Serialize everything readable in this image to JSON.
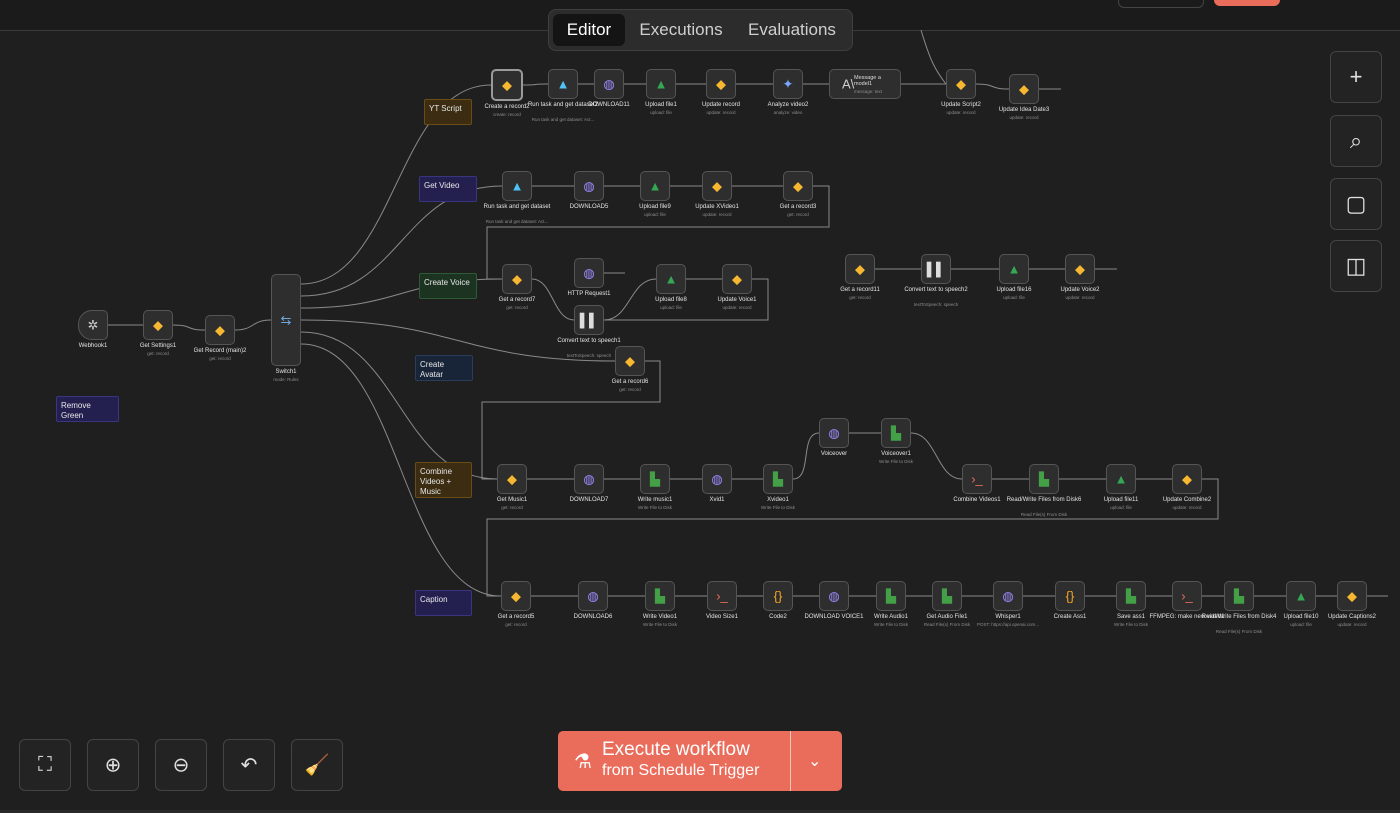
{
  "tabs": [
    {
      "label": "Editor",
      "active": true
    },
    {
      "label": "Executions",
      "active": false
    },
    {
      "label": "Evaluations",
      "active": false
    }
  ],
  "stickies": [
    {
      "id": "yt",
      "label": "YT Script",
      "color": "#3b2c12",
      "border": "#6b4d14"
    },
    {
      "id": "video",
      "label": "Get Video",
      "color": "#23204f",
      "border": "#3a3580"
    },
    {
      "id": "voice",
      "label": "Create Voice",
      "color": "#1c3322",
      "border": "#2e5a36"
    },
    {
      "id": "avatar",
      "label": "Create Avatar",
      "color": "#182538",
      "border": "#2a3e5c"
    },
    {
      "id": "green",
      "label": "Remove Green",
      "color": "#23204f",
      "border": "#3a3580"
    },
    {
      "id": "combine",
      "label": "Combine Videos + Music",
      "color": "#3b2c12",
      "border": "#6b4d14"
    },
    {
      "id": "caption",
      "label": "Caption",
      "color": "#23204f",
      "border": "#3a3580"
    }
  ],
  "nodes": [
    {
      "id": "webhook",
      "label": "Webhook1",
      "sub": "",
      "icon": "webhook-icon",
      "glyph": "✲",
      "color": "#cfcfcf"
    },
    {
      "id": "settings",
      "label": "Get Settings1",
      "sub": "get: record",
      "icon": "airtable-icon",
      "glyph": "◆",
      "color": "#f7b731"
    },
    {
      "id": "recmain",
      "label": "Get Record (main)2",
      "sub": "get: record",
      "icon": "airtable-icon",
      "glyph": "◆",
      "color": "#f7b731"
    },
    {
      "id": "switch",
      "label": "Switch1",
      "sub": "mode: Rules",
      "icon": "switch-icon",
      "glyph": "⇆",
      "color": "#6fa8dc"
    },
    {
      "id": "cr2",
      "label": "Create a record2",
      "sub": "create: record",
      "icon": "airtable-icon",
      "glyph": "◆",
      "color": "#f7b731"
    },
    {
      "id": "rtg2",
      "label": "Run task and get dataset2",
      "sub": "Run task and get dataset: Act...",
      "icon": "apify-icon",
      "glyph": "▲",
      "color": "#4fc3f7"
    },
    {
      "id": "dl11",
      "label": "DOWNLOAD11",
      "sub": "",
      "icon": "http-globe-icon",
      "glyph": "◍",
      "color": "#9c8cff"
    },
    {
      "id": "uf1",
      "label": "Upload file1",
      "sub": "upload: file",
      "icon": "google-drive-icon",
      "glyph": "▲",
      "color": "#34a853"
    },
    {
      "id": "urec",
      "label": "Update record",
      "sub": "update: record",
      "icon": "airtable-icon",
      "glyph": "◆",
      "color": "#f7b731"
    },
    {
      "id": "av2",
      "label": "Analyze video2",
      "sub": "analyze: video",
      "icon": "gemini-icon",
      "glyph": "✦",
      "color": "#7aa7ff"
    },
    {
      "id": "msg1",
      "label": "Message a model1",
      "sub": "message: text",
      "icon": "anthropic-icon",
      "glyph": "A\\",
      "color": "#cfcfcf"
    },
    {
      "id": "us2",
      "label": "Update Script2",
      "sub": "update: record",
      "icon": "airtable-icon",
      "glyph": "◆",
      "color": "#f7b731"
    },
    {
      "id": "uid3",
      "label": "Update Idea Date3",
      "sub": "update: record",
      "icon": "airtable-icon",
      "glyph": "◆",
      "color": "#f7b731"
    },
    {
      "id": "rtg1",
      "label": "Run task and get dataset",
      "sub": "Run task and get dataset: Act...",
      "icon": "apify-icon",
      "glyph": "▲",
      "color": "#4fc3f7"
    },
    {
      "id": "dl5",
      "label": "DOWNLOAD5",
      "sub": "",
      "icon": "http-globe-icon",
      "glyph": "◍",
      "color": "#9c8cff"
    },
    {
      "id": "uf9",
      "label": "Upload file9",
      "sub": "upload: file",
      "icon": "google-drive-icon",
      "glyph": "▲",
      "color": "#34a853"
    },
    {
      "id": "uxv1",
      "label": "Update XVideo1",
      "sub": "update: record",
      "icon": "airtable-icon",
      "glyph": "◆",
      "color": "#f7b731"
    },
    {
      "id": "gr3",
      "label": "Get a record3",
      "sub": "get: record",
      "icon": "airtable-icon",
      "glyph": "◆",
      "color": "#f7b731"
    },
    {
      "id": "gr7",
      "label": "Get a record7",
      "sub": "get: record",
      "icon": "airtable-icon",
      "glyph": "◆",
      "color": "#f7b731"
    },
    {
      "id": "http1",
      "label": "HTTP Request1",
      "sub": "",
      "icon": "http-globe-icon",
      "glyph": "◍",
      "color": "#9c8cff"
    },
    {
      "id": "uf8",
      "label": "Upload file8",
      "sub": "upload: file",
      "icon": "google-drive-icon",
      "glyph": "▲",
      "color": "#34a853"
    },
    {
      "id": "uv1",
      "label": "Update Voice1",
      "sub": "update: record",
      "icon": "airtable-icon",
      "glyph": "◆",
      "color": "#f7b731"
    },
    {
      "id": "tts1",
      "label": "Convert text to speech1",
      "sub": "textToSpeech: speech",
      "icon": "elevenlabs-icon",
      "glyph": "▌▌",
      "color": "#dddddd"
    },
    {
      "id": "gr11",
      "label": "Get a record11",
      "sub": "get: record",
      "icon": "airtable-icon",
      "glyph": "◆",
      "color": "#f7b731"
    },
    {
      "id": "tts2",
      "label": "Convert text to speech2",
      "sub": "textToSpeech: speech",
      "icon": "elevenlabs-icon",
      "glyph": "▌▌",
      "color": "#dddddd"
    },
    {
      "id": "uf16",
      "label": "Upload file16",
      "sub": "upload: file",
      "icon": "google-drive-icon",
      "glyph": "▲",
      "color": "#34a853"
    },
    {
      "id": "uv2",
      "label": "Update Voice2",
      "sub": "update: record",
      "icon": "airtable-icon",
      "glyph": "◆",
      "color": "#f7b731"
    },
    {
      "id": "gr6",
      "label": "Get a record6",
      "sub": "get: record",
      "icon": "airtable-icon",
      "glyph": "◆",
      "color": "#f7b731"
    },
    {
      "id": "vo",
      "label": "Voiceover",
      "sub": "",
      "icon": "http-globe-icon",
      "glyph": "◍",
      "color": "#9c8cff"
    },
    {
      "id": "vo1",
      "label": "Voiceover1",
      "sub": "Write File to Disk",
      "icon": "write-file-icon",
      "glyph": "▙",
      "color": "#43a047"
    },
    {
      "id": "gm1",
      "label": "Get Music1",
      "sub": "get: record",
      "icon": "airtable-icon",
      "glyph": "◆",
      "color": "#f7b731"
    },
    {
      "id": "dl7",
      "label": "DOWNLOAD7",
      "sub": "",
      "icon": "http-globe-icon",
      "glyph": "◍",
      "color": "#9c8cff"
    },
    {
      "id": "wm1",
      "label": "Write music1",
      "sub": "Write File to Disk",
      "icon": "write-file-icon",
      "glyph": "▙",
      "color": "#43a047"
    },
    {
      "id": "xvid1",
      "label": "Xvid1",
      "sub": "",
      "icon": "http-globe-icon",
      "glyph": "◍",
      "color": "#9c8cff"
    },
    {
      "id": "xv1",
      "label": "Xvideo1",
      "sub": "Write File to Disk",
      "icon": "write-file-icon",
      "glyph": "▙",
      "color": "#43a047"
    },
    {
      "id": "cv1",
      "label": "Combine Videos1",
      "sub": "",
      "icon": "terminal-icon",
      "glyph": "›_",
      "color": "#ea6d5c"
    },
    {
      "id": "rwf6",
      "label": "Read/Write Files from Disk6",
      "sub": "Read File(s) From Disk",
      "icon": "write-file-icon",
      "glyph": "▙",
      "color": "#43a047"
    },
    {
      "id": "uf11",
      "label": "Upload file11",
      "sub": "upload: file",
      "icon": "google-drive-icon",
      "glyph": "▲",
      "color": "#34a853"
    },
    {
      "id": "uc2",
      "label": "Update Combine2",
      "sub": "update: record",
      "icon": "airtable-icon",
      "glyph": "◆",
      "color": "#f7b731"
    },
    {
      "id": "gr5",
      "label": "Get a record5",
      "sub": "get: record",
      "icon": "airtable-icon",
      "glyph": "◆",
      "color": "#f7b731"
    },
    {
      "id": "dl6",
      "label": "DOWNLOAD6",
      "sub": "",
      "icon": "http-globe-icon",
      "glyph": "◍",
      "color": "#9c8cff"
    },
    {
      "id": "wv1",
      "label": "Write Video1",
      "sub": "Write File to Disk",
      "icon": "write-file-icon",
      "glyph": "▙",
      "color": "#43a047"
    },
    {
      "id": "vs1",
      "label": "Video Size1",
      "sub": "",
      "icon": "terminal-icon",
      "glyph": "›_",
      "color": "#ea6d5c"
    },
    {
      "id": "code2",
      "label": "Code2",
      "sub": "",
      "icon": "code-icon",
      "glyph": "{}",
      "color": "#f5a623"
    },
    {
      "id": "dlv1",
      "label": "DOWNLOAD VOICE1",
      "sub": "",
      "icon": "http-globe-icon",
      "glyph": "◍",
      "color": "#9c8cff"
    },
    {
      "id": "wa1",
      "label": "Write Audio1",
      "sub": "Write File to Disk",
      "icon": "write-file-icon",
      "glyph": "▙",
      "color": "#43a047"
    },
    {
      "id": "gaf1",
      "label": "Get Audio File1",
      "sub": "Read File(s) From Disk",
      "icon": "write-file-icon",
      "glyph": "▙",
      "color": "#43a047"
    },
    {
      "id": "wh1",
      "label": "Whisper1",
      "sub": "POST: https://api.openai.com...",
      "icon": "http-globe-icon",
      "glyph": "◍",
      "color": "#9c8cff"
    },
    {
      "id": "ca1",
      "label": "Create Ass1",
      "sub": "",
      "icon": "code-icon",
      "glyph": "{}",
      "color": "#f5a623"
    },
    {
      "id": "sa1",
      "label": "Save ass1",
      "sub": "Write File to Disk",
      "icon": "write-file-icon",
      "glyph": "▙",
      "color": "#43a047"
    },
    {
      "id": "ff1",
      "label": "FFMPEG: make new video1",
      "sub": "",
      "icon": "terminal-icon",
      "glyph": "›_",
      "color": "#ea6d5c"
    },
    {
      "id": "rwf4",
      "label": "Read/Write Files from Disk4",
      "sub": "Read File(s) From Disk",
      "icon": "write-file-icon",
      "glyph": "▙",
      "color": "#43a047"
    },
    {
      "id": "uf10",
      "label": "Upload file10",
      "sub": "upload: file",
      "icon": "google-drive-icon",
      "glyph": "▲",
      "color": "#34a853"
    },
    {
      "id": "ucap2",
      "label": "Update Captions2",
      "sub": "update: record",
      "icon": "airtable-icon",
      "glyph": "◆",
      "color": "#f7b731"
    }
  ],
  "side_buttons": [
    {
      "id": "add",
      "icon": "plus-icon",
      "glyph": "+"
    },
    {
      "id": "search",
      "icon": "search-icon",
      "glyph": "⌕"
    },
    {
      "id": "note",
      "icon": "sticky-note-icon",
      "glyph": "▢"
    },
    {
      "id": "panel",
      "icon": "panel-toggle-icon",
      "glyph": "◫"
    }
  ],
  "bottom_buttons": [
    {
      "id": "fit",
      "icon": "fit-view-icon",
      "glyph": "⛶"
    },
    {
      "id": "zoomin",
      "icon": "zoom-in-icon",
      "glyph": "⊕"
    },
    {
      "id": "zoomout",
      "icon": "zoom-out-icon",
      "glyph": "⊖"
    },
    {
      "id": "undo",
      "icon": "undo-icon",
      "glyph": "↶"
    },
    {
      "id": "clean",
      "icon": "broom-icon",
      "glyph": "🧹"
    }
  ],
  "execute": {
    "line1": "Execute workflow",
    "line2": "from Schedule Trigger"
  },
  "colors": {
    "accent": "#ea6d5c",
    "canvas": "#1f1f1f",
    "node": "#2e2e2e",
    "edge": "#8a8a8a"
  }
}
